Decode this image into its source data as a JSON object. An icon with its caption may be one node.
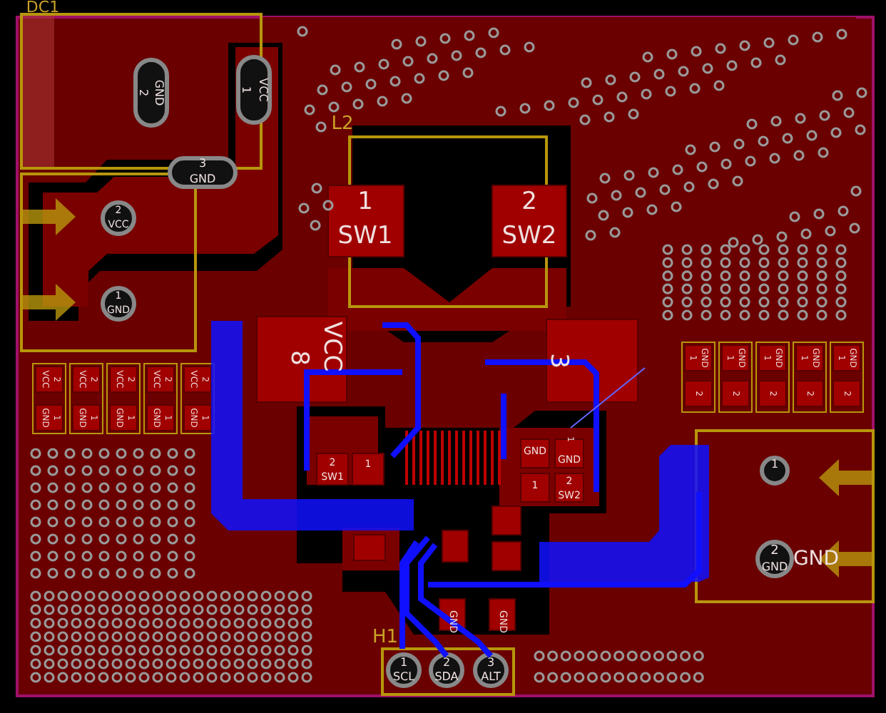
{
  "diagram": {
    "labels": [
      "DC1",
      "2",
      "GND",
      "1",
      "VCC",
      "L2",
      "3",
      "GND",
      "1",
      "SW1",
      "2",
      "SW2",
      "2",
      "VCC",
      "1",
      "GND",
      "8",
      "VCC",
      "3",
      "VCC",
      "2",
      "VCC",
      "2",
      "VCC",
      "2",
      "VCC",
      "2",
      "VCC",
      "2",
      "GND",
      "1",
      "GND",
      "1",
      "GND",
      "1",
      "GND",
      "1",
      "GND",
      "1",
      "1",
      "GND",
      "1",
      "GND",
      "1",
      "GND",
      "1",
      "GND",
      "1",
      "GND",
      "2",
      "2",
      "2",
      "2",
      "2",
      "2",
      "SW1",
      "1",
      "GND",
      "1",
      "GND",
      "1",
      "2",
      "SW2",
      "GND",
      "GND",
      "1",
      "2",
      "GND",
      "GND",
      "H1",
      "1",
      "SCL",
      "2",
      "SDA",
      "3",
      "ALT"
    ]
  }
}
